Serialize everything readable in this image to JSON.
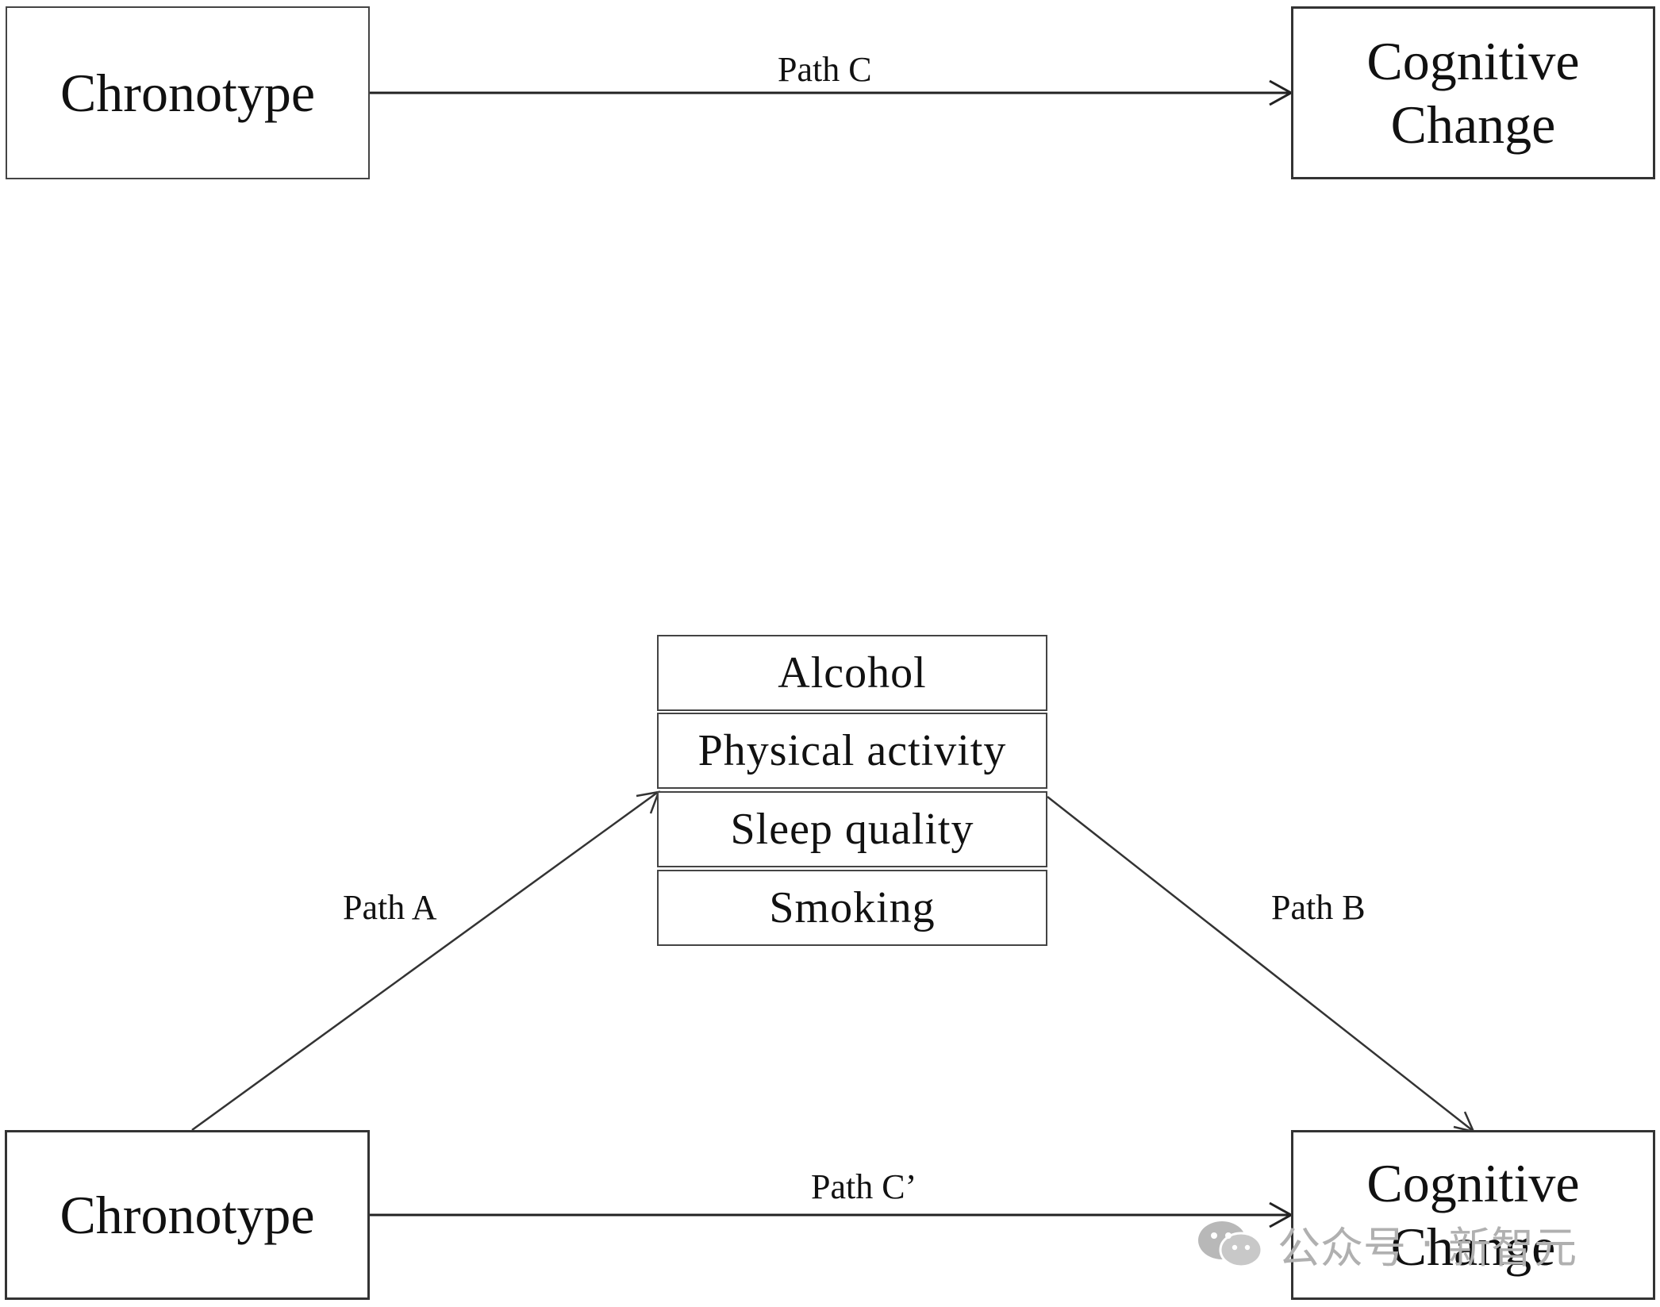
{
  "top": {
    "source_label": "Chronotype",
    "target_line1": "Cognitive",
    "target_line2": "Change",
    "path_label": "Path C"
  },
  "bottom": {
    "source_label": "Chronotype",
    "target_line1": "Cognitive",
    "target_line2": "Change",
    "mediators": [
      "Alcohol",
      "Physical activity",
      "Sleep quality",
      "Smoking"
    ],
    "path_a_label": "Path A",
    "path_b_label": "Path B",
    "path_c_prime_label": "Path C’"
  },
  "watermark": {
    "icon": "wechat-icon",
    "text_left": "公众号",
    "separator": "·",
    "text_right": "新智元"
  },
  "colors": {
    "line": "#222222",
    "box_border": "#333333",
    "watermark": "#b0b0b0"
  }
}
